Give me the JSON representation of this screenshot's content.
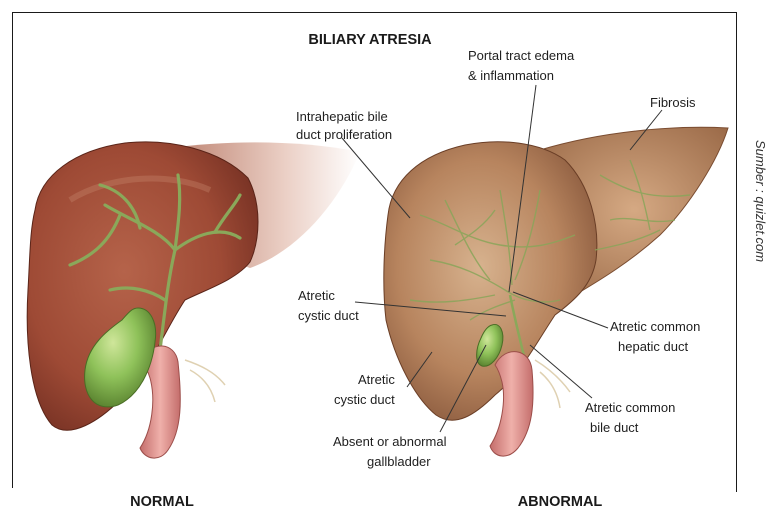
{
  "title": "BILIARY ATRESIA",
  "normal_label": "NORMAL",
  "abnormal_label": "ABNORMAL",
  "source_note": "Sumber : quizlet.com",
  "labels": {
    "portal_1": "Portal tract edema",
    "portal_2": "& inflammation",
    "intra_1": "Intrahepatic bile",
    "intra_2": "duct proliferation",
    "fibrosis": "Fibrosis",
    "atretic_cystic_a_1": "Atretic",
    "atretic_cystic_a_2": "cystic duct",
    "atretic_common_hep_1": "Atretic common",
    "atretic_common_hep_2": "hepatic duct",
    "atretic_cystic_b_1": "Atretic",
    "atretic_cystic_b_2": "cystic duct",
    "atretic_common_bile_1": "Atretic common",
    "atretic_common_bile_2": "bile duct",
    "absent_1": "Absent or abnormal",
    "absent_2": "gallbladder"
  },
  "colors": {
    "normal_liver": "#9e4a35",
    "abnormal_liver": "#b7845e",
    "gallbladder": "#8fc25a",
    "bile_duct": "#8aa85a",
    "intestine": "#d98a86"
  }
}
